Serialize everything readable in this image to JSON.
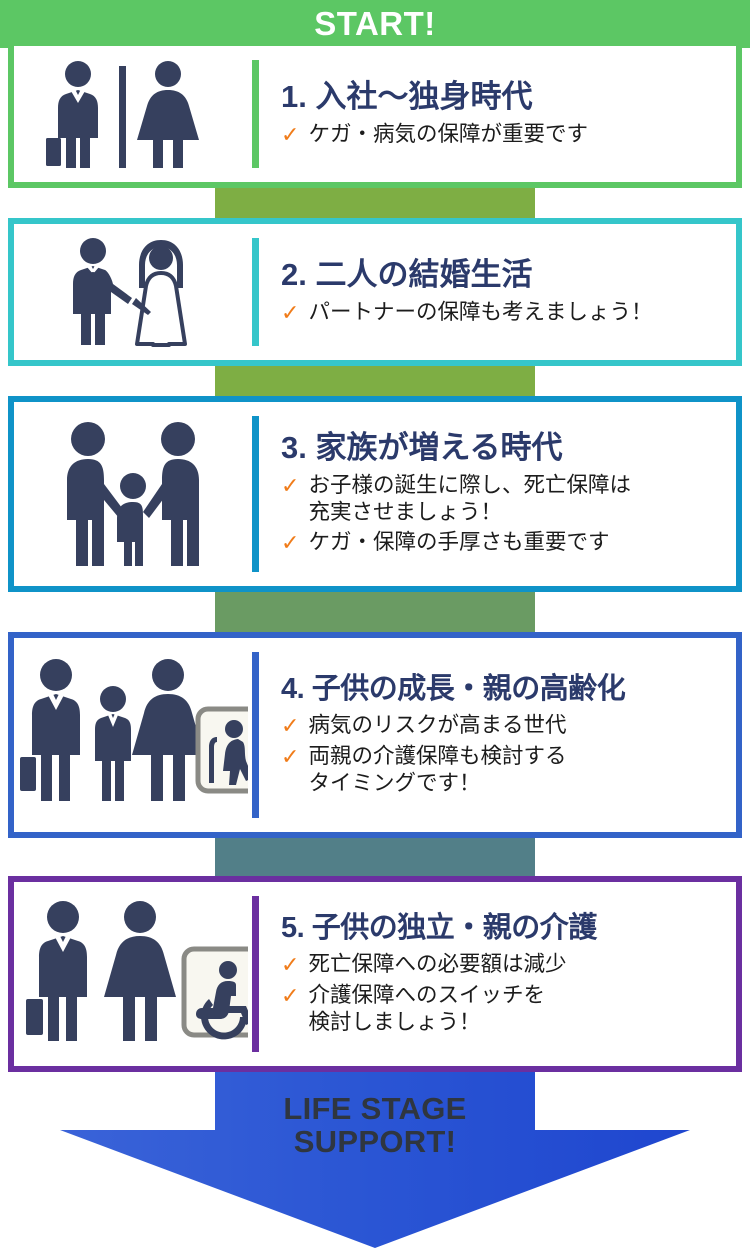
{
  "header": {
    "start_label": "START!",
    "band_color": "#5cc764"
  },
  "palette": {
    "title_text": "#2b3a6b",
    "body_text": "#1c1c1c",
    "check_mark": "#f07c1a",
    "icon_navy": "#36405e",
    "arrow_blue": "#2a55d4",
    "arrow_text": "#2f3640"
  },
  "cards": [
    {
      "number": "1.",
      "title": "1. 入社〜独身時代",
      "border_color": "#5cc764",
      "icon_name": "single-man-woman-icon",
      "bullets": [
        {
          "check": "✓",
          "text": "ケガ・病気の保障が重要です"
        }
      ]
    },
    {
      "number": "2.",
      "title": "2. 二人の結婚生活",
      "border_color": "#35c6ca",
      "icon_name": "wedding-couple-icon",
      "bullets": [
        {
          "check": "✓",
          "text": "パートナーの保障も考えましょう！"
        }
      ]
    },
    {
      "number": "3.",
      "title": "3. 家族が増える時代",
      "border_color": "#0f93c8",
      "icon_name": "family-with-child-icon",
      "bullets": [
        {
          "check": "✓",
          "text": "お子様の誕生に際し、死亡保障は\n充実させましょう！"
        },
        {
          "check": "✓",
          "text": "ケガ・保障の手厚さも重要です"
        }
      ]
    },
    {
      "number": "4.",
      "title": "4. 子供の成長・親の高齢化",
      "border_color": "#3363c8",
      "icon_name": "family-with-elderly-icon",
      "bullets": [
        {
          "check": "✓",
          "text": "病気のリスクが高まる世代"
        },
        {
          "check": "✓",
          "text": "両親の介護保障も検討する\nタイミングです！"
        }
      ]
    },
    {
      "number": "5.",
      "title": "5. 子供の独立・親の介護",
      "border_color": "#6b2fa0",
      "icon_name": "couple-with-wheelchair-icon",
      "bullets": [
        {
          "check": "✓",
          "text": "死亡保障への必要額は減少"
        },
        {
          "check": "✓",
          "text": "介護保障へのスイッチを\n検討しましょう！"
        }
      ]
    }
  ],
  "connectors": [
    {
      "color": "#7eae44"
    },
    {
      "color": "#7eae44"
    },
    {
      "color": "#6a9b63"
    },
    {
      "color": "#527f88"
    }
  ],
  "footer": {
    "arrow_label": "LIFE STAGE\nSUPPORT!",
    "arrow_color": "#2a55d4"
  }
}
